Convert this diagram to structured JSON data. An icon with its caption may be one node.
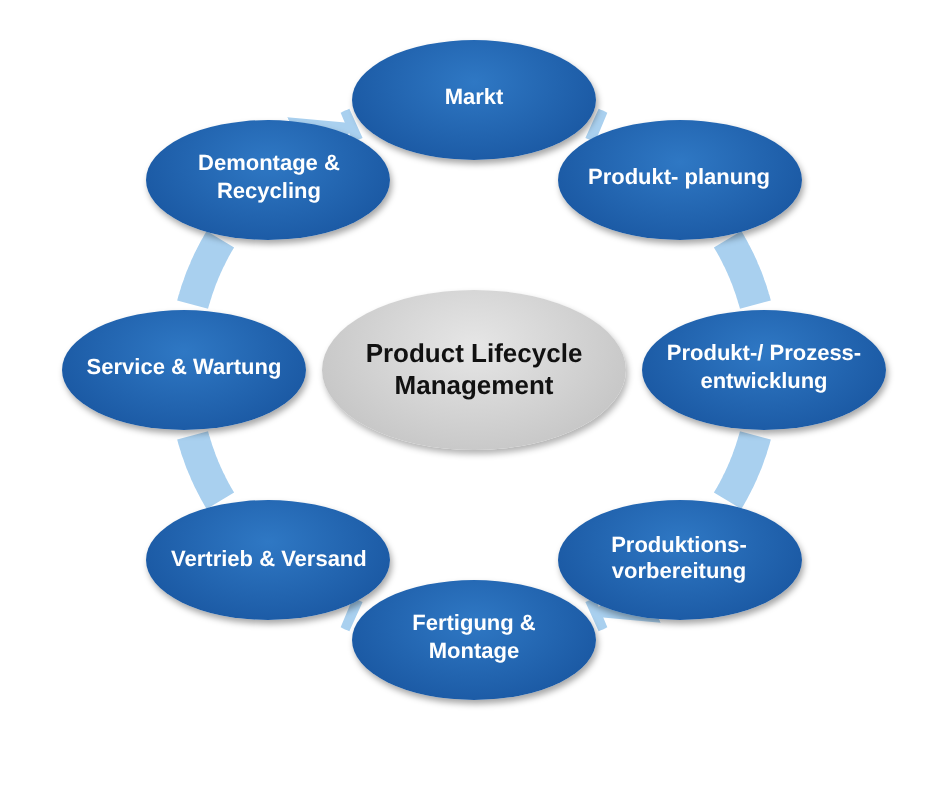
{
  "diagram": {
    "nodes": [
      {
        "text": [
          "Markt"
        ]
      },
      {
        "text": [
          "Produkt- planung"
        ]
      },
      {
        "text": [
          "Produkt-/ Prozess- entwicklung"
        ]
      },
      {
        "text": [
          "Produktions- vorbereitung"
        ]
      },
      {
        "text": [
          "Fertigung & Montage"
        ]
      },
      {
        "text": [
          "Vertrieb & Versand"
        ]
      },
      {
        "text": [
          "Service & Wartung"
        ]
      },
      {
        "text": [
          "Demontage & Recycling"
        ]
      },
      {
        "text": [
          "Product Lifecycle Management"
        ]
      }
    ],
    "edges": [
      {
        "from": 0,
        "to": 1,
        "arrow": "none"
      },
      {
        "from": 1,
        "to": 2,
        "arrow": "none"
      },
      {
        "from": 2,
        "to": 3,
        "arrow": "none"
      },
      {
        "from": 3,
        "to": 4,
        "arrow": "to"
      },
      {
        "from": 4,
        "to": 5,
        "arrow": "none"
      },
      {
        "from": 5,
        "to": 6,
        "arrow": "none"
      },
      {
        "from": 6,
        "to": 7,
        "arrow": "none"
      },
      {
        "from": 7,
        "to": 0,
        "arrow": "to"
      }
    ]
  }
}
